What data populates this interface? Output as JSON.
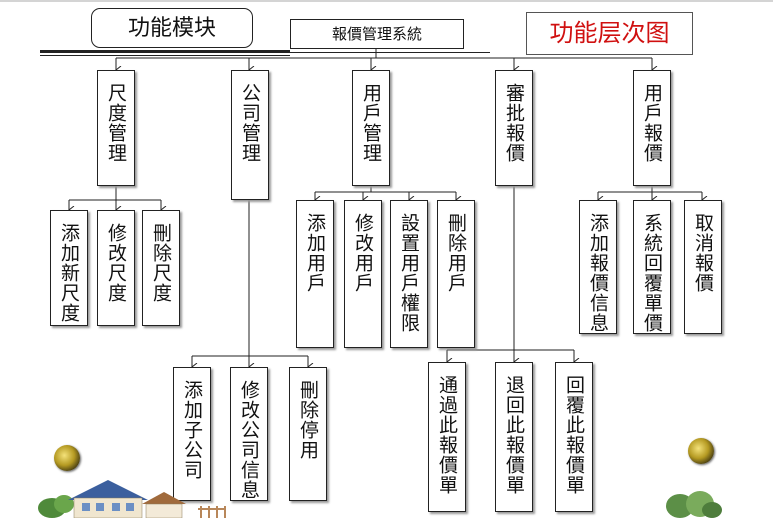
{
  "titles": {
    "left": "功能模块",
    "center": "報價管理系統",
    "right": "功能层次图"
  },
  "modules": {
    "size": {
      "name": "尺度管理",
      "children": [
        "添加新尺度",
        "修改尺度",
        "刪除尺度"
      ]
    },
    "company": {
      "name": "公司管理",
      "children": [
        "添加子公司",
        "修改公司信息",
        "刪除停用"
      ]
    },
    "user": {
      "name": "用戶管理",
      "children": [
        "添加用戶",
        "修改用戶",
        "設置用戶權限",
        "刪除用戶"
      ]
    },
    "approve": {
      "name": "審批報價",
      "children": [
        "通過此報價單",
        "退回此報價單",
        "回覆此報價單"
      ]
    },
    "userquote": {
      "name": "用戶報價",
      "children": [
        "添加報價信息",
        "系統回覆單價",
        "取消報價"
      ]
    }
  }
}
